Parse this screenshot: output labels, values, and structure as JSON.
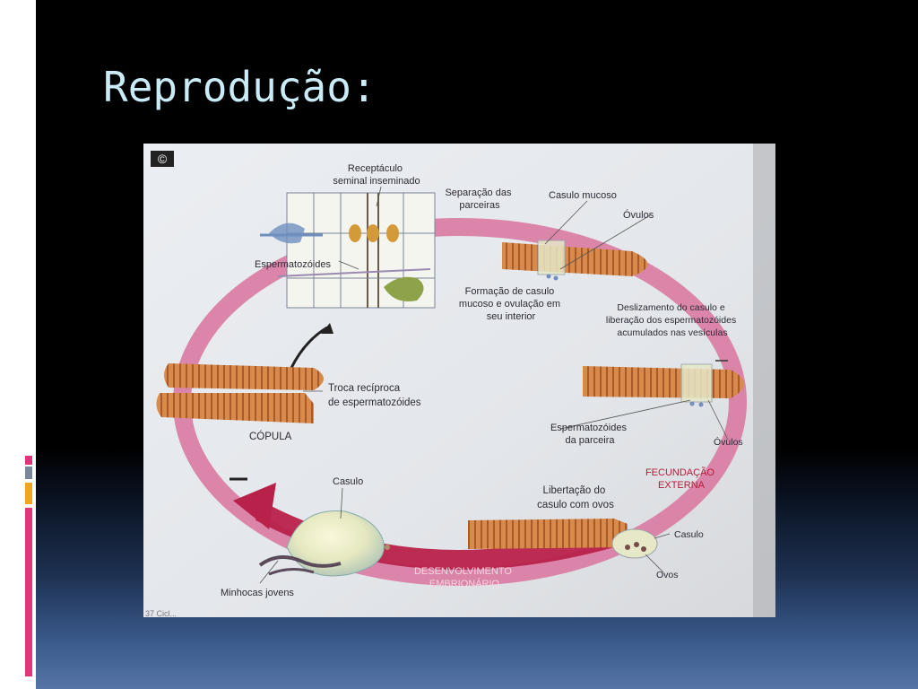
{
  "slide": {
    "title": "Reprodução:"
  },
  "diagram": {
    "copyright_mark": "©",
    "labels": {
      "receptaculo": [
        "Receptáculo",
        "seminal inseminado"
      ],
      "espermatozoides": "Espermatozóides",
      "separacao": [
        "Separação das",
        "parceiras"
      ],
      "casulo_mucoso": "Casulo mucoso",
      "ovulos_top": "Óvulos",
      "formacao": [
        "Formação de casulo",
        "mucoso e ovulação em",
        "seu interior"
      ],
      "deslizamento": [
        "Deslizamento do casulo e",
        "liberação dos espermatozóides",
        "acumulados nas vesículas"
      ],
      "troca": [
        "Troca recíproca",
        "de espermatozóides"
      ],
      "copula": "CÓPULA",
      "espermatozoides_parceira": [
        "Espermatozóides",
        "da parceira"
      ],
      "ovulos_right": "Óvulos",
      "fecundacao": [
        "FECUNDAÇÃO",
        "EXTERNA"
      ],
      "casulo_left": "Casulo",
      "libertacao": [
        "Libertação do",
        "casulo com ovos"
      ],
      "casulo_right": "Casulo",
      "ovos": "Ovos",
      "desenvolvimento": [
        "DESENVOLVIMENTO",
        "EMBRIONÁRIO"
      ],
      "minhocas": "Minhocas jovens",
      "caption_fragment": "37  Cicl..."
    }
  }
}
